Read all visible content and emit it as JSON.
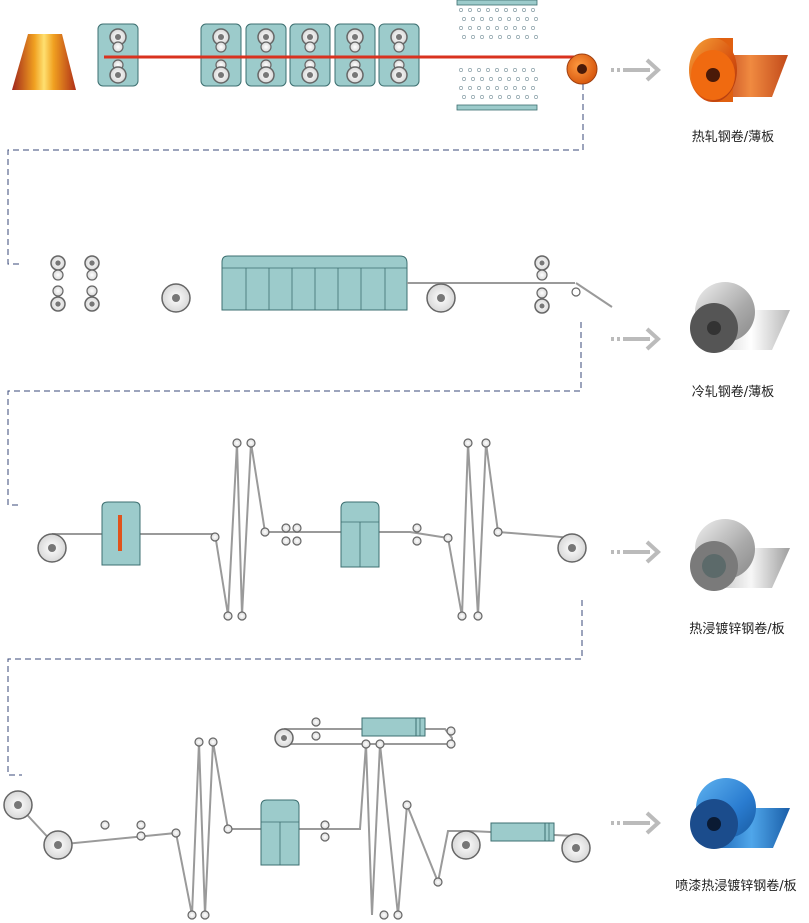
{
  "products": [
    {
      "name": "热轧钢卷/薄板",
      "color": "#e8630f"
    },
    {
      "name": "冷轧钢卷/薄板",
      "color": "#8a8a8a"
    },
    {
      "name": "热浸镀锌钢卷/板",
      "color": "#7a7a7a"
    },
    {
      "name": "喷漆热浸镀锌钢卷/板",
      "color": "#1e6fbf"
    }
  ],
  "colors": {
    "equipment": "#9ccbcb",
    "equipment_stroke": "#3d6f70",
    "strip": "#9a9a9a",
    "hot_strip": "#d9321f",
    "connector": "#3a4a7a",
    "arrow": "#b8b8b8"
  }
}
